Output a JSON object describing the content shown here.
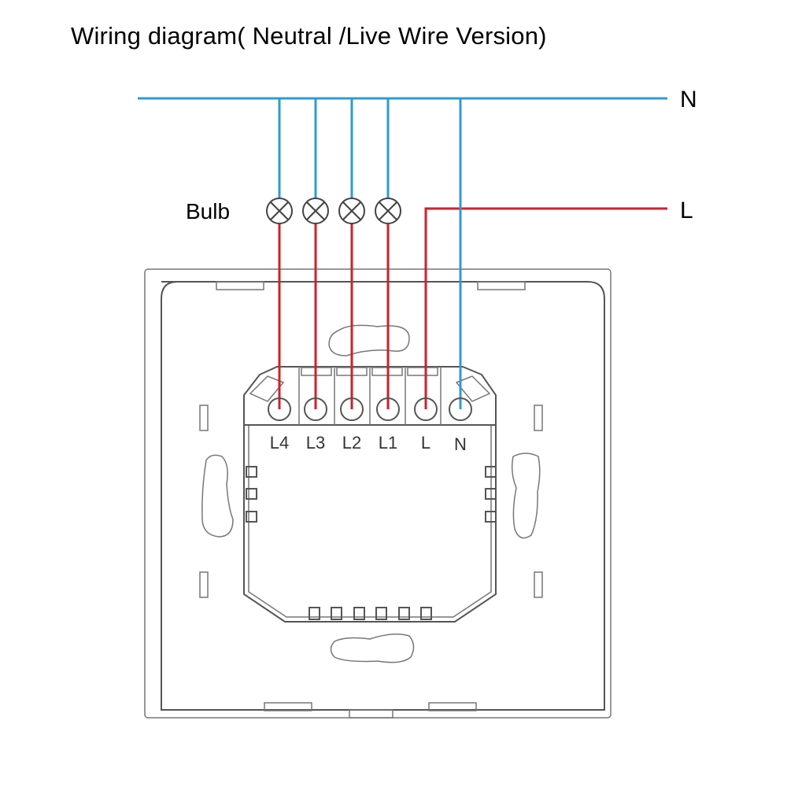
{
  "title": "Wiring diagram( Neutral /Live Wire Version)",
  "rails": {
    "neutral_label": "N",
    "live_label": "L",
    "neutral_color": "#2f9bd0",
    "live_color": "#d0202a"
  },
  "bulb_label": "Bulb",
  "bulb_count": 4,
  "terminals": [
    {
      "label": "L4",
      "wire": "live"
    },
    {
      "label": "L3",
      "wire": "live"
    },
    {
      "label": "L2",
      "wire": "live"
    },
    {
      "label": "L1",
      "wire": "live"
    },
    {
      "label": "L",
      "wire": "live"
    },
    {
      "label": "N",
      "wire": "neutral"
    }
  ]
}
